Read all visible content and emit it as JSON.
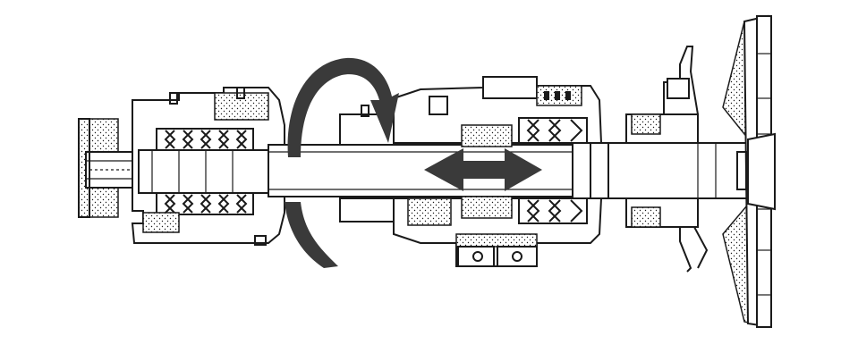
{
  "diagram": {
    "colors": {
      "ink": "#1a1a1a",
      "arrow": "#2e2e2e",
      "background": "#ffffff"
    },
    "parts": [
      "drive-flange",
      "left-bearing-housing",
      "main-shaft",
      "rotation-arrow",
      "axial-movement-arrow",
      "gear-housing",
      "right-bearing-housing",
      "output-hub",
      "drum-segments"
    ]
  }
}
